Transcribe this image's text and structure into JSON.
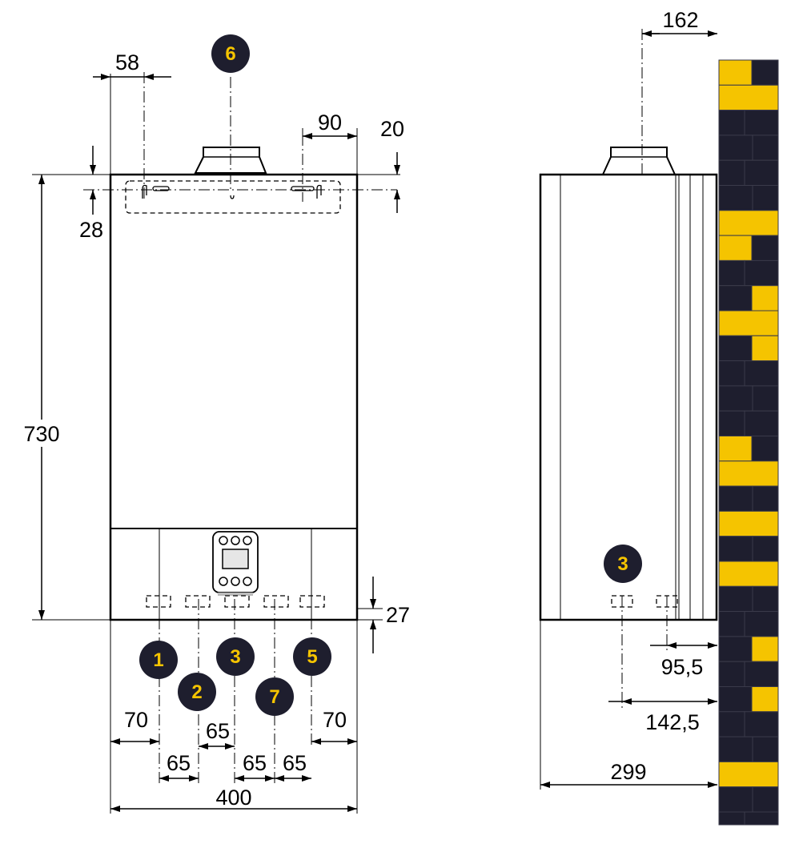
{
  "colors": {
    "badge_bg": "#1e1e2e",
    "badge_fg": "#f5c400",
    "brick_dark": "#1e1e2e",
    "brick_light": "#f5c400",
    "line": "#000000"
  },
  "front_view": {
    "dims": {
      "top_left_offset": "58",
      "top_right_offset": "90",
      "top_right_vertical": "20",
      "top_left_vertical": "28",
      "height": "730",
      "bottom_vertical": "27",
      "left_margin": "70",
      "right_margin": "70",
      "spacing_1_2": "65",
      "spacing_2_3": "65",
      "spacing_3_7": "65",
      "spacing_7_5": "65",
      "width": "400"
    },
    "connections": [
      "1",
      "2",
      "3",
      "7",
      "5"
    ],
    "flue": "6"
  },
  "side_view": {
    "dims": {
      "flue_offset": "162",
      "connection_1": "95,5",
      "connection_2": "142,5",
      "depth": "299"
    },
    "connection": "3"
  }
}
